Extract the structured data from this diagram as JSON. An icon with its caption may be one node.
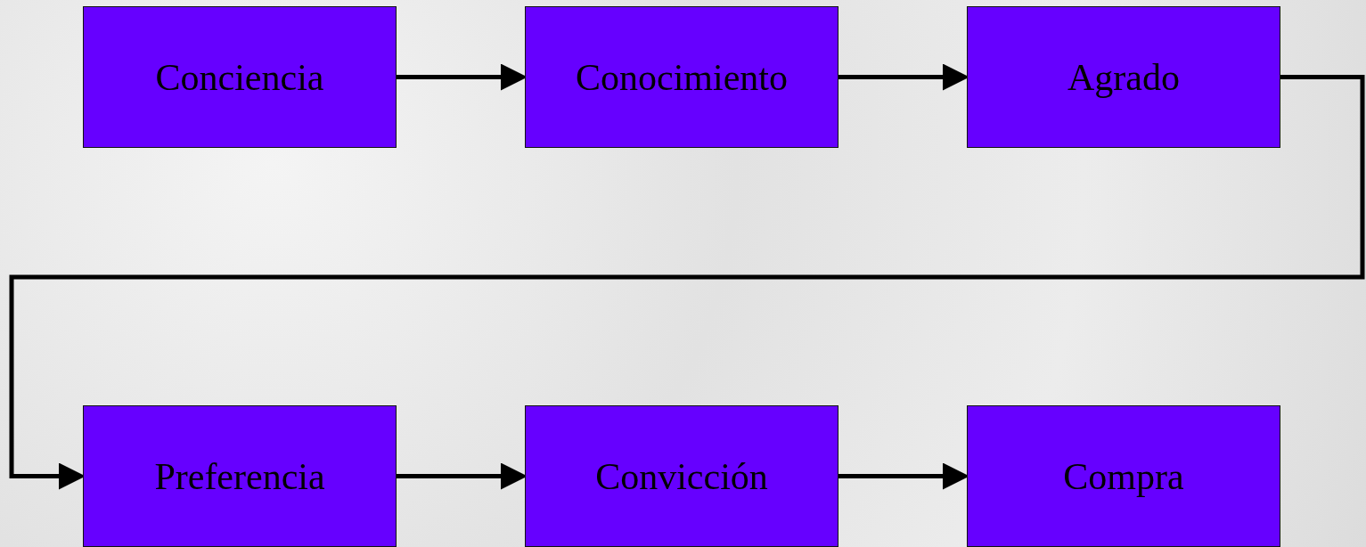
{
  "diagram": {
    "nodes": [
      {
        "text": [
          "Conciencia"
        ]
      },
      {
        "text": [
          "Conocimiento"
        ]
      },
      {
        "text": [
          "Agrado"
        ]
      },
      {
        "text": [
          "Preferencia"
        ]
      },
      {
        "text": [
          "Convicción"
        ]
      },
      {
        "text": [
          "Compra"
        ]
      }
    ],
    "edges": [
      {
        "from": 0,
        "to": 1,
        "arrow": "to"
      },
      {
        "from": 1,
        "to": 2,
        "arrow": "to"
      },
      {
        "from": 2,
        "to": 3,
        "arrow": "to"
      },
      {
        "from": 3,
        "to": 4,
        "arrow": "to"
      },
      {
        "from": 4,
        "to": 5,
        "arrow": "to"
      }
    ]
  }
}
